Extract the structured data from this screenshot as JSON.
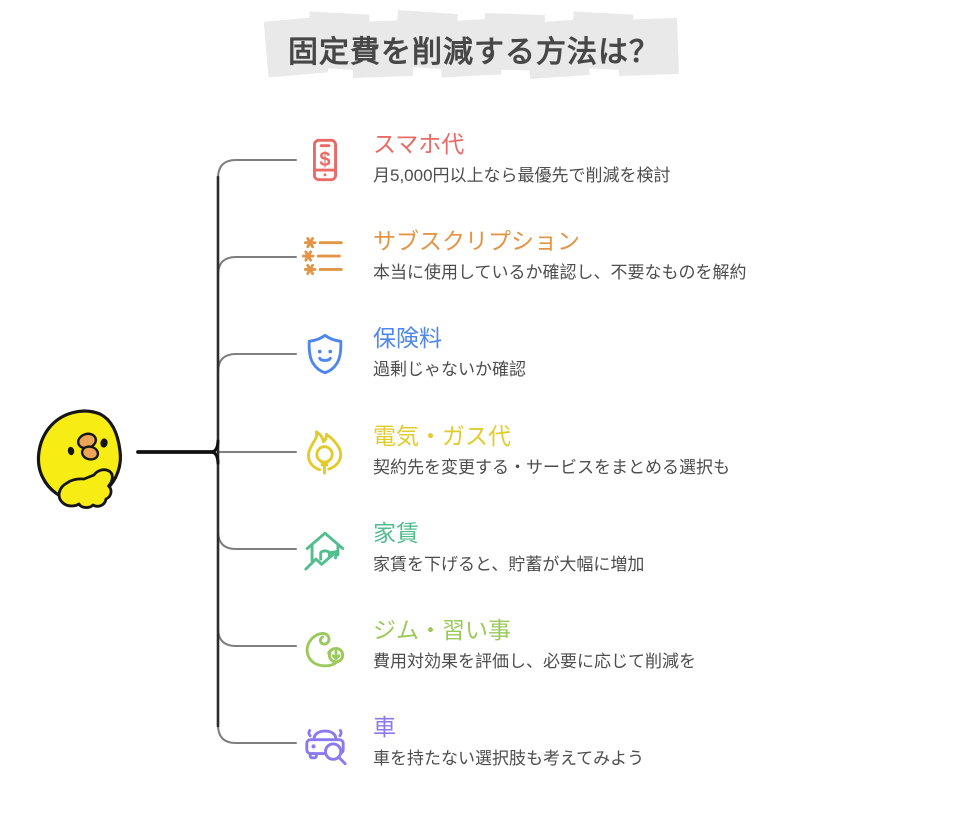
{
  "title": {
    "text": "固定費を削減する方法は？",
    "text_color": "#474747",
    "highlight_color": "#e9e9e9"
  },
  "mascot": {
    "name": "thinking-chick",
    "body_color": "#f7ec13",
    "beak_color": "#eda455",
    "outline_color": "#151515"
  },
  "connector": {
    "branch_color": "#7f7f7f",
    "trunk_color": "#2d2d2d",
    "root_color": "#111111"
  },
  "items": [
    {
      "icon": "smartphone-dollar",
      "color": "#ea6a66",
      "title": "スマホ代",
      "desc": "月5,000円以上なら最優先で削減を検討"
    },
    {
      "icon": "subscription-list",
      "color": "#e29447",
      "title": "サブスクリプション",
      "desc": "本当に使用しているか確認し、不要なものを解約"
    },
    {
      "icon": "shield-smiley",
      "color": "#4f86ec",
      "title": "保険料",
      "desc": "過剰じゃないか確認"
    },
    {
      "icon": "flame-bulb",
      "color": "#e2cb2c",
      "title": "電気・ガス代",
      "desc": "契約先を変更する・サービスをまとめる選択も"
    },
    {
      "icon": "house-trend",
      "color": "#52bd8f",
      "title": "家賃",
      "desc": "家賃を下げると、貯蓄が大幅に増加"
    },
    {
      "icon": "bicep-down-arrow",
      "color": "#9cc95c",
      "title": "ジム・習い事",
      "desc": "費用対効果を評価し、必要に応じて削減を"
    },
    {
      "icon": "car-magnifier",
      "color": "#8b79ee",
      "title": "車",
      "desc": "車を持たない選択肢も考えてみよう"
    }
  ]
}
